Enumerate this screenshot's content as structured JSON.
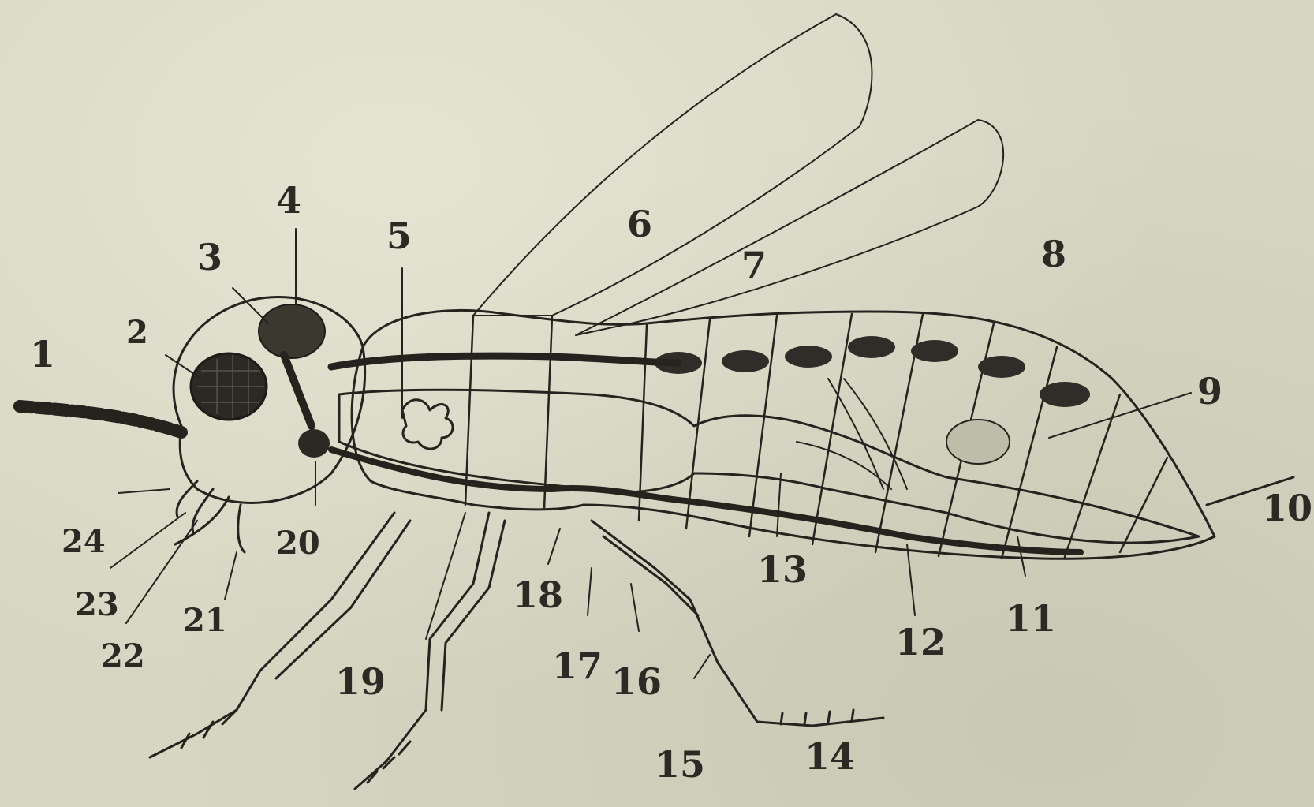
{
  "figure": {
    "subject": "insect-anatomy-cutaway",
    "ink_color": "#24231e",
    "paper_color": "#d6d6c3"
  },
  "labels": [
    "1",
    "2",
    "3",
    "4",
    "5",
    "6",
    "7",
    "8",
    "9",
    "10",
    "11",
    "12",
    "13",
    "14",
    "15",
    "16",
    "17",
    "18",
    "19",
    "20",
    "21",
    "22",
    "23",
    "24"
  ]
}
